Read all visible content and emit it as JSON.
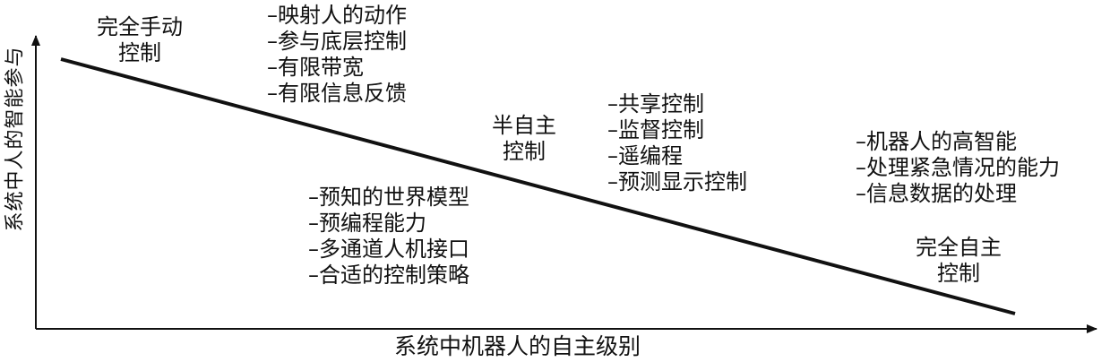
{
  "axes": {
    "x_label": "系统中机器人的自主级别",
    "y_label": "系统中人的智能参与"
  },
  "levels": {
    "manual": [
      "完全手动",
      "控制"
    ],
    "semi": [
      "半自主",
      "控制"
    ],
    "auto": [
      "完全自主",
      "控制"
    ]
  },
  "lists": {
    "manual_features": [
      "–映射人的动作",
      "–参与底层控制",
      "–有限带宽",
      "–有限信息反馈"
    ],
    "semi_requirements": [
      "–预知的世界模型",
      "–预编程能力",
      "–多通道人机接口",
      "–合适的控制策略"
    ],
    "semi_features": [
      "–共享控制",
      "–监督控制",
      "–遥编程",
      "–预测显示控制"
    ],
    "auto_features": [
      "–机器人的高智能",
      "–处理紧急情况的能力",
      "–信息数据的处理"
    ]
  },
  "colors": {
    "line": "#111111",
    "text": "#111111"
  }
}
